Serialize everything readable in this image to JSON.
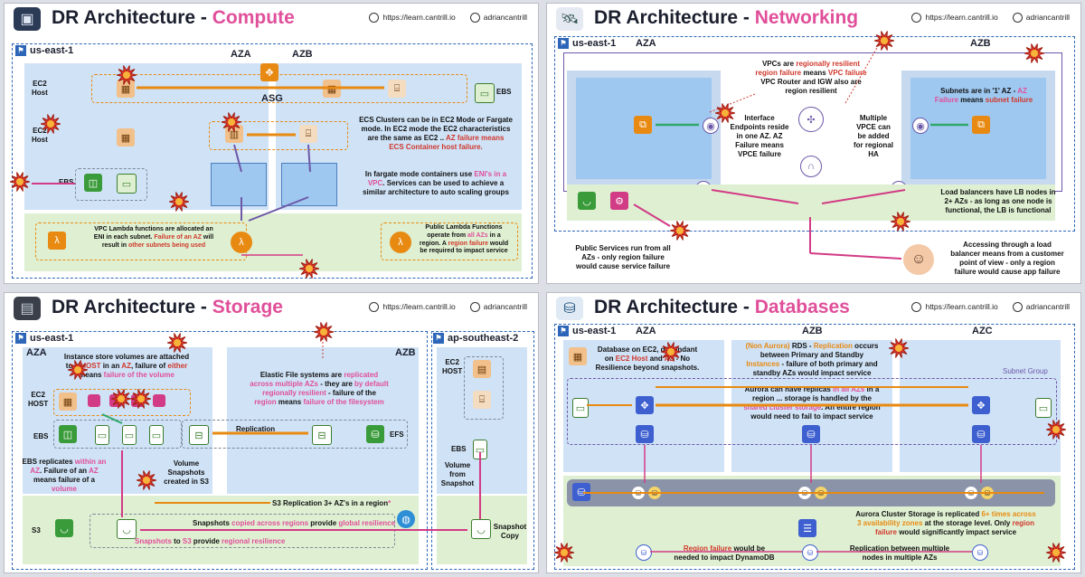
{
  "common": {
    "url": "https://learn.cantrill.io",
    "handle": "adriancantrill"
  },
  "compute": {
    "title_prefix": "DR Architecture - ",
    "title_hl": "Compute",
    "region": "us-east-1",
    "aza": "AZA",
    "azb": "AZB",
    "asg": "ASG",
    "ec2_host_1": "EC2\nHost",
    "ec2_host_2": "EC2\nHost",
    "ebs_left": "EBS",
    "ebs_right": "EBS",
    "ecs_text": [
      {
        "t": "ECS Clusters can be in EC2 Mode or Fargate",
        "c": ""
      },
      {
        "t": "mode. In EC2 mode the EC2 characteristics",
        "c": ""
      },
      {
        "t": "are the same as EC2 .. ",
        "c": "",
        "t2": "AZ failure means",
        "c2": "red"
      },
      {
        "t": "ECS Container host failure.",
        "c": "red"
      }
    ],
    "fargate_text": [
      {
        "t": "In fargate mode containers use ",
        "c": "",
        "t2": "ENI's in a",
        "c2": "pink"
      },
      {
        "t": "VPC",
        "c": "pink",
        "t2": ". Services can be used to achieve a",
        "c2": ""
      },
      {
        "t": "similar architecture to auto scaling groups",
        "c": ""
      }
    ],
    "lambda_left": [
      {
        "t": "VPC Lambda functions are allocated an",
        "c": ""
      },
      {
        "t": "ENI in each subnet. ",
        "c": "",
        "t2": "Failure of an AZ",
        "c2": "red"
      },
      {
        "t": "will",
        "c": ""
      },
      {
        "t": "result in ",
        "c": "",
        "t2": "other subnets being used",
        "c2": "red"
      }
    ],
    "lambda_right": [
      {
        "t": "Public Lambda Functions",
        "c": ""
      },
      {
        "t": "operate from ",
        "c": "",
        "t2": "all AZs",
        "c2": "pink",
        "t3": " in a",
        "c3": ""
      },
      {
        "t": "region. A ",
        "c": "",
        "t2": "region failure",
        "c2": "red",
        "t3": " would",
        "c3": ""
      },
      {
        "t": "be required to impact service",
        "c": ""
      }
    ]
  },
  "networking": {
    "title_prefix": "DR Architecture - ",
    "title_hl": "Networking",
    "region": "us-east-1",
    "aza": "AZA",
    "azb": "AZB",
    "vpc_text": [
      {
        "t": "VPCs are ",
        "c": "",
        "t2": "regionally resilient",
        "c2": "red"
      },
      {
        "t": "region failure",
        "c": "red",
        "t2": " means ",
        "c2": "",
        "t3": "VPC failure",
        "c3": "red"
      },
      {
        "t": "VPC Router and IGW also are",
        "c": ""
      },
      {
        "t": "region resilient",
        "c": ""
      }
    ],
    "interface_text": [
      "Interface",
      "Endpoints reside",
      "in one AZ. AZ",
      "Failure means",
      "VPCE failure"
    ],
    "multiple_vpce": [
      "Multiple",
      "VPCE can",
      "be added",
      "for regional",
      "HA"
    ],
    "subnets_text": [
      {
        "t": "Subnets are in '1' AZ - ",
        "c": "",
        "t2": "AZ",
        "c2": "pink"
      },
      {
        "t": "Failure",
        "c": "pink",
        "t2": " means ",
        "c2": "",
        "t3": "subnet failure",
        "c3": "red"
      }
    ],
    "lb_text": [
      "Load balancers have LB nodes in",
      "2+ AZs - as long as one node is",
      "functional, the LB is functional"
    ],
    "public_services": [
      "Public Services run from all",
      "AZs - only region failure",
      "would cause service failure"
    ],
    "accessing_text": [
      "Accessing through a load",
      "balancer means from a customer",
      "point of view - only a region",
      "failure would cause app failure"
    ]
  },
  "storage": {
    "title_prefix": "DR Architecture - ",
    "title_hl": "Storage",
    "region": "us-east-1",
    "region2": "ap-southeast-2",
    "aza": "AZA",
    "azb": "AZB",
    "instance_text": [
      {
        "t": "Instance store volumes are attached",
        "c": ""
      },
      {
        "t": "to a ",
        "c": "",
        "t2": "HOST",
        "c2": "red",
        "t3": " in an ",
        "c3": "",
        "t4": "AZ",
        "c4": "red",
        "t5": ", failure of ",
        "c5": "",
        "t6": "either",
        "c6": "red"
      },
      {
        "t": "means ",
        "c": "",
        "t2": "failure of the volume",
        "c2": "pink"
      }
    ],
    "efs_text": [
      {
        "t": "Elastic File systems are ",
        "c": "",
        "t2": "replicated",
        "c2": "pink"
      },
      {
        "t": "across multiple AZs",
        "c": "pink",
        "t2": " - they are ",
        "c2": "",
        "t3": "by default",
        "c3": "pink"
      },
      {
        "t": "regionally resilient",
        "c": "pink",
        "t2": " - failure of the",
        "c2": ""
      },
      {
        "t": "region",
        "c": "pink",
        "t2": " means ",
        "c2": "",
        "t3": "failure of the filesystem",
        "c3": "pink"
      }
    ],
    "ec2_host": "EC2\nHOST",
    "ebs": "EBS",
    "efs": "EFS",
    "replication": "Replication",
    "ebs_replicates": [
      {
        "t": "EBS replicates ",
        "c": "",
        "t2": "within an",
        "c2": "pink"
      },
      {
        "t": "AZ",
        "c": "pink",
        "t2": ". Failure of an ",
        "c2": "",
        "t3": "AZ",
        "c3": "pink"
      },
      {
        "t": "means failure of a ",
        "c": "",
        "t2": "volume",
        "c2": "pink"
      }
    ],
    "volume_snapshots": [
      "Volume",
      "Snapshots",
      "created in S3"
    ],
    "s3_replication": "S3 Replication 3+ AZ's in a region",
    "s3": "S3",
    "snapshots_global": [
      {
        "t": "Snapshots ",
        "c": "",
        "t2": "copied across regions",
        "c2": "pink",
        "t3": " provide ",
        "c3": "",
        "t4": "global resilience",
        "c4": "pink"
      }
    ],
    "snapshots_regional": [
      {
        "t": "Snapshots",
        "c": "pink",
        "t2": " to ",
        "c2": "",
        "t3": "S3",
        "c3": "pink",
        "t4": " provide ",
        "c4": "",
        "t5": "regional resilience",
        "c5": "pink"
      }
    ],
    "ec2_host_r2": "EC2\nHOST",
    "ebs_r2": "EBS",
    "volume_from_snapshot": [
      "Volume",
      "from",
      "Snapshot"
    ],
    "snapshot_copy": [
      "Snapshot",
      "Copy"
    ]
  },
  "databases": {
    "title_prefix": "DR Architecture - ",
    "title_hl": "Databases",
    "region": "us-east-1",
    "aza": "AZA",
    "azb": "AZB",
    "azc": "AZC",
    "db_ec2": [
      {
        "t": "Database on EC2, dependant",
        "c": ""
      },
      {
        "t": "on ",
        "c": "",
        "t2": "EC2 Host",
        "c2": "red",
        "t3": " and ",
        "c3": "",
        "t4": "AZ",
        "c4": "red",
        "t5": " - No",
        "c5": ""
      },
      {
        "t": "Resilience beyond snapshots.",
        "c": ""
      }
    ],
    "rds_text": [
      {
        "t": "(Non Aurora)",
        "c": "orange",
        "t2": " RDS - ",
        "c2": "",
        "t3": "Replication",
        "c3": "orange",
        "t4": " occurs",
        "c4": ""
      },
      {
        "t": "between Primary and Standby",
        "c": ""
      },
      {
        "t": "Instances",
        "c": "orange",
        "t2": " - failure of both primary and",
        "c2": ""
      },
      {
        "t": "standby AZs would impact service",
        "c": ""
      }
    ],
    "subnet_group": "Subnet Group",
    "aurora_text": [
      {
        "t": "Aurora can have replicas ",
        "c": "",
        "t2": "in all AZs",
        "c2": "pink",
        "t3": " in a",
        "c3": ""
      },
      {
        "t": "region ... storage is handled by the",
        "c": ""
      },
      {
        "t": "shared cluster storage",
        "c": "pink",
        "t2": ". An entire region",
        "c2": ""
      },
      {
        "t": "would need to fail to impact service",
        "c": ""
      }
    ],
    "aurora_storage": [
      {
        "t": "Aurora Cluster Storage is replicated ",
        "c": "",
        "t2": "6+ times across",
        "c2": "orange"
      },
      {
        "t": "3 availability zones",
        "c": "orange",
        "t2": " at the storage level. Only ",
        "c2": "",
        "t3": "region",
        "c3": "red"
      },
      {
        "t": "failure",
        "c": "red",
        "t2": " would significantly impact service",
        "c2": ""
      }
    ],
    "dynamo": [
      {
        "t": "Region failure",
        "c": "red",
        "t2": " would be",
        "c2": ""
      },
      {
        "t": "needed to impact DynamoDB",
        "c": ""
      }
    ],
    "replication_nodes": [
      "Replication between multiple",
      "nodes in multiple AZs"
    ]
  }
}
